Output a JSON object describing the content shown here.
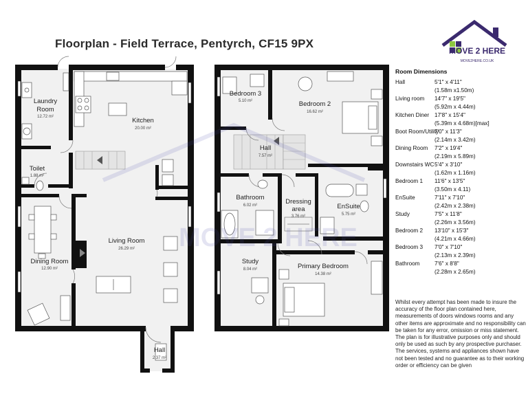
{
  "title": "Floorplan - Field Terrace, Pentyrch, CF15 9PX",
  "logo": {
    "text": "MOVE 2 HERE",
    "url": "MOVE2HERE.CO.UK",
    "color_dark": "#3b2a6e",
    "color_green": "#8cc63f"
  },
  "rooms": {
    "laundry": {
      "name1": "Laundry",
      "name2": "Room",
      "area": "12.72 m²"
    },
    "kitchen": {
      "name": "Kitchen",
      "area": "20.00 m²"
    },
    "toilet": {
      "name": "Toilet",
      "area": "1.88 m²"
    },
    "dining": {
      "name": "Dining Room",
      "area": "12.90 m²"
    },
    "living": {
      "name": "Living Room",
      "area": "26.29 m²"
    },
    "hall_down": {
      "name": "Hall",
      "area": "2.37 m²"
    },
    "bedroom3": {
      "name": "Bedroom 3",
      "area": "5.10 m²"
    },
    "bedroom2": {
      "name": "Bedroom 2",
      "area": "16.62 m²"
    },
    "hall_up": {
      "name": "Hall",
      "area": "7.57 m²"
    },
    "bathroom": {
      "name": "Bathroom",
      "area": "6.02 m²"
    },
    "dressing": {
      "name1": "Dressing",
      "name2": "area",
      "area": "3.76 m²"
    },
    "ensuite": {
      "name": "EnSuite",
      "area": "5.75 m²"
    },
    "study": {
      "name": "Study",
      "area": "8.04 m²"
    },
    "primary": {
      "name": "Primary Bedroom",
      "area": "14.38 m²"
    }
  },
  "dimensions_heading": "Room Dimensions",
  "dimensions": [
    {
      "name": "Hall",
      "imperial": "5'1\" x 4'11\"",
      "metric": "(1.58m x1.50m)"
    },
    {
      "name": "Living room",
      "imperial": "14'7\" x 19'5\"",
      "metric": "(5.92m x 4.44m)"
    },
    {
      "name": "Kitchen Diner",
      "imperial": "17'8\" x 15'4\"",
      "metric": "(5.39m x 4.68m)[max]"
    },
    {
      "name": "Boot Room/Utility",
      "imperial": "7'0\" x 11'3\"",
      "metric": "(2.14m x 3.42m)"
    },
    {
      "name": "Dining Room",
      "imperial": "7'2\" x 19'4\"",
      "metric": "(2.19m x 5.89m)"
    },
    {
      "name": "Downstairs WC",
      "imperial": "5'4\" x 3'10\"",
      "metric": "(1.62m x 1.16m)"
    },
    {
      "name": "Bedroom 1",
      "imperial": "11'6\" x 13'5\"",
      "metric": "(3.50m x 4.11)"
    },
    {
      "name": "EnSuite",
      "imperial": "7'11\" x 7'10\"",
      "metric": "(2.42m x 2.38m)"
    },
    {
      "name": "Study",
      "imperial": "7'5\" x 11'8\"",
      "metric": "(2.26m x 3.56m)"
    },
    {
      "name": "Bedroom 2",
      "imperial": "13'10\" x 15'3\"",
      "metric": "(4.21m x 4.66m)"
    },
    {
      "name": "Bedroom 3",
      "imperial": "7'0\" x 7'10\"",
      "metric": "(2.13m x 2.39m)"
    },
    {
      "name": "Bathroom",
      "imperial": "7'6\" x 8'8\"",
      "metric": "(2.28m x 2.65m)"
    }
  ],
  "disclaimer": "Whilst every attempt has been made to insure the accuracy of the floor plan contained here, measurements of doors windows rooms and any other items are approximate and no responsibility can be taken for any error, omission or miss statement. The plan is for illustrative purposes only and should only be used as such by any prospective purchaser. The services, systems and appliances shown have not been tested and no guarantee as to their working order or efficiency can be given",
  "watermark_text": "MOVE 2 HERE",
  "colors": {
    "wall": "#111111",
    "floor": "#f1f1f1",
    "stairs": "#e6e6e6",
    "watermark": "#4a4aa8"
  }
}
